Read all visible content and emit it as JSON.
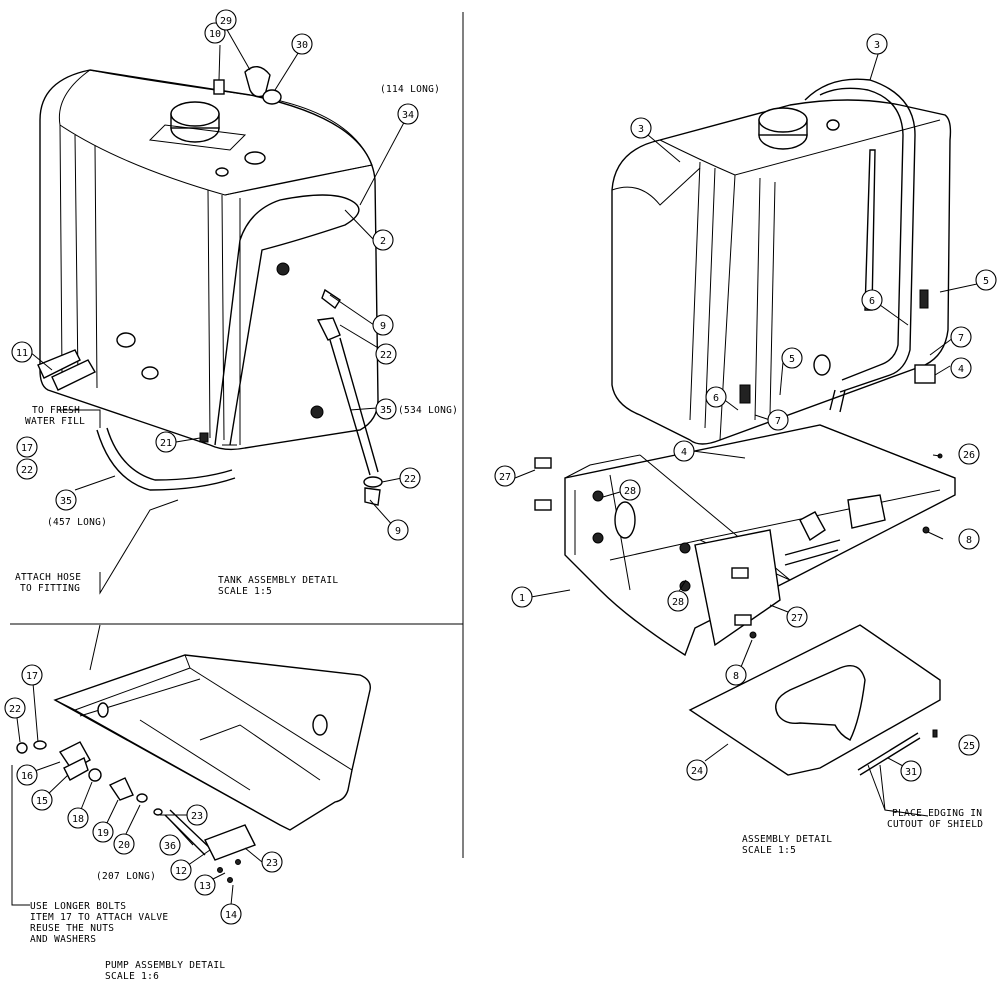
{
  "tank_detail": {
    "note_114": "(114 LONG)",
    "note_534": "(534 LONG)",
    "note_457": "(457 LONG)",
    "fresh_water_1": "TO FRESH",
    "fresh_water_2": "WATER FILL",
    "attach_hose_1": "ATTACH HOSE",
    "attach_hose_2": "TO FITTING",
    "title": "TANK ASSEMBLY DETAIL",
    "scale": "SCALE  1:5",
    "callouts": [
      "10",
      "29",
      "30",
      "34",
      "2",
      "9",
      "22",
      "11",
      "21",
      "35",
      "22",
      "9",
      "17",
      "22",
      "35"
    ]
  },
  "pump_detail": {
    "note_207": "(207 LONG)",
    "bolts_1": "USE LONGER BOLTS",
    "bolts_2": "ITEM 17 TO ATTACH VALVE",
    "bolts_3": "REUSE THE NUTS",
    "bolts_4": "AND WASHERS",
    "title": "PUMP ASSEMBLY DETAIL",
    "scale": "SCALE  1:6",
    "callouts": [
      "17",
      "22",
      "16",
      "15",
      "18",
      "19",
      "20",
      "23",
      "36",
      "23",
      "12",
      "13",
      "14"
    ]
  },
  "assembly_detail": {
    "edging_1": "PLACE EDGING IN",
    "edging_2": "CUTOUT OF SHIELD",
    "title": "ASSEMBLY DETAIL",
    "scale": "SCALE  1:5",
    "callouts": [
      "3",
      "3",
      "5",
      "6",
      "7",
      "5",
      "4",
      "6",
      "7",
      "4",
      "27",
      "28",
      "26",
      "8",
      "1",
      "28",
      "8",
      "27",
      "24",
      "31",
      "25"
    ]
  }
}
